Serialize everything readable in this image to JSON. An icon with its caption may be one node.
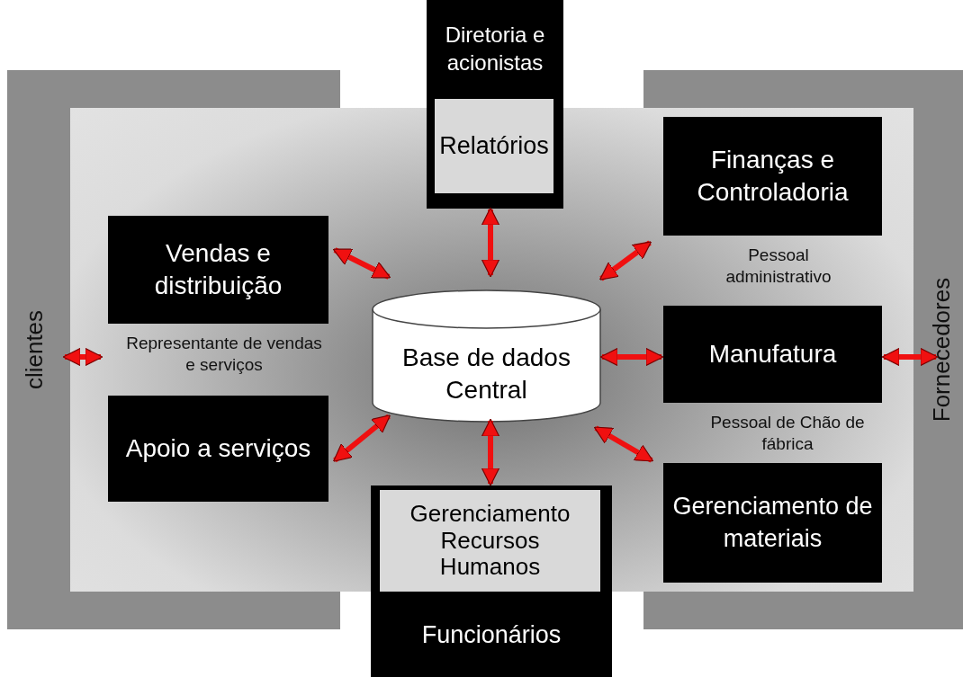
{
  "diagram": {
    "nodes": [
      {
        "text": [
          "Diretoria e acionistas"
        ]
      },
      {
        "text": [
          "Relatórios"
        ],
        "in": 0
      },
      {
        "text": [
          "clientes"
        ]
      },
      {
        "text": [
          "Fornecedores"
        ]
      },
      {
        "text": [
          "Finanças e Controladoria"
        ]
      },
      {
        "text": [
          "Vendas e distribuição"
        ]
      },
      {
        "text": [
          "Base de dados Central"
        ]
      },
      {
        "text": [
          "Manufatura"
        ]
      },
      {
        "text": [
          "Apoio a serviços"
        ]
      },
      {
        "text": [
          "Gerenciamento de materiais"
        ]
      },
      {
        "text": [
          "Funcionários"
        ]
      },
      {
        "text": [
          "Gerenciamento Recursos Humanos"
        ],
        "in": 10
      }
    ],
    "edges": [
      {
        "from": 2,
        "to": null,
        "arrow": "both"
      },
      {
        "from": 6,
        "to": 1,
        "arrow": "both"
      },
      {
        "from": 6,
        "to": 5,
        "arrow": "both"
      },
      {
        "from": 6,
        "to": 4,
        "arrow": "both"
      },
      {
        "from": 6,
        "to": 7,
        "arrow": "both"
      },
      {
        "from": 7,
        "to": 3,
        "arrow": "both"
      },
      {
        "from": 6,
        "to": 8,
        "arrow": "both"
      },
      {
        "from": 6,
        "to": 9,
        "arrow": "both"
      },
      {
        "from": 6,
        "to": 10,
        "arrow": "both"
      }
    ],
    "labels": [
      "Pessoal administrativo",
      "Representante de vendas e serviços",
      "Pessoal de Chão de fábrica"
    ]
  }
}
